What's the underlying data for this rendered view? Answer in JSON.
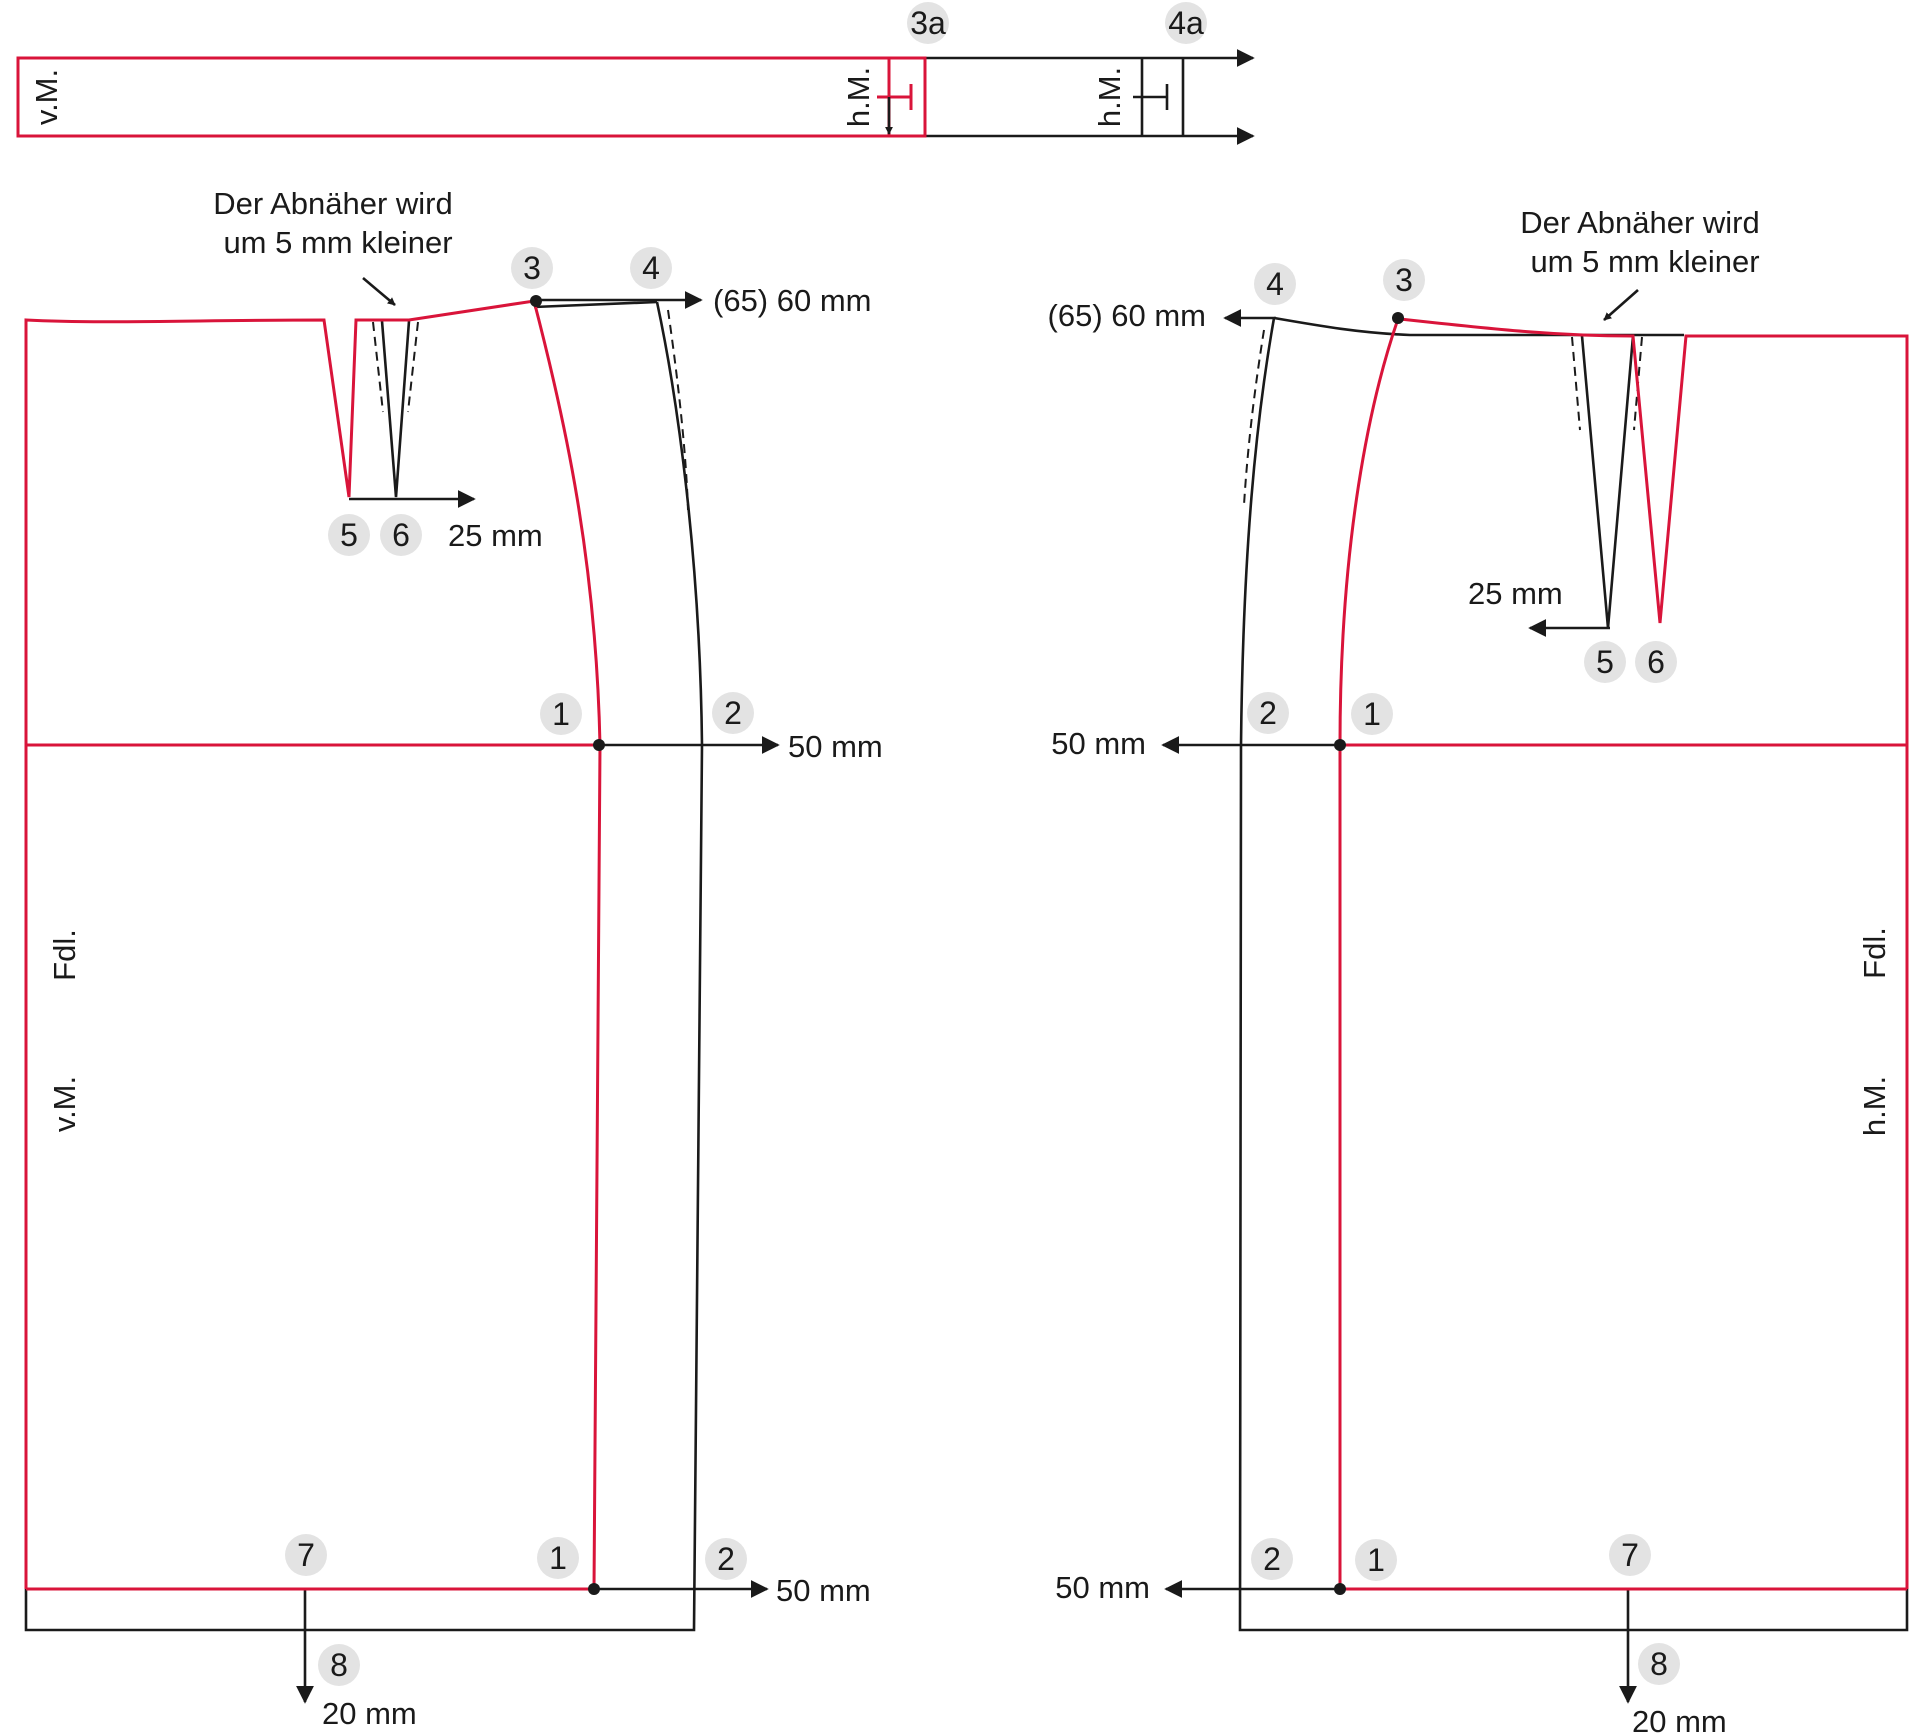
{
  "colors": {
    "construction_line": "#1a1a1a",
    "new_line": "#d9143a",
    "marker_fill": "#e3e3e3"
  },
  "waistband": {
    "left_label": "v.M.",
    "mark_red_label": "h.M.",
    "mark_black_label": "h.M.",
    "point_3a": "3a",
    "point_4a": "4a"
  },
  "front": {
    "note_line1": "Der Abnäher wird",
    "note_line2": "um 5 mm kleiner",
    "waist_ext": "(65) 60 mm",
    "dart_shift": "25 mm",
    "hip_ext": "50 mm",
    "hem_ext": "50 mm",
    "hem_len": "20 mm",
    "fold_label": "Fdl.",
    "center_label": "v.M.",
    "points": {
      "p1": "1",
      "p2": "2",
      "p3": "3",
      "p4": "4",
      "p5": "5",
      "p6": "6",
      "p7": "7",
      "p8": "8",
      "p1b": "1",
      "p2b": "2"
    }
  },
  "back": {
    "note_line1": "Der Abnäher wird",
    "note_line2": "um 5 mm kleiner",
    "waist_ext": "(65) 60 mm",
    "dart_shift": "25 mm",
    "hip_ext": "50 mm",
    "hem_ext": "50 mm",
    "hem_len": "20 mm",
    "fold_label": "Fdl.",
    "center_label": "h.M.",
    "points": {
      "p1": "1",
      "p2": "2",
      "p3": "3",
      "p4": "4",
      "p5": "5",
      "p6": "6",
      "p7": "7",
      "p8": "8",
      "p1b": "1",
      "p2b": "2"
    }
  }
}
